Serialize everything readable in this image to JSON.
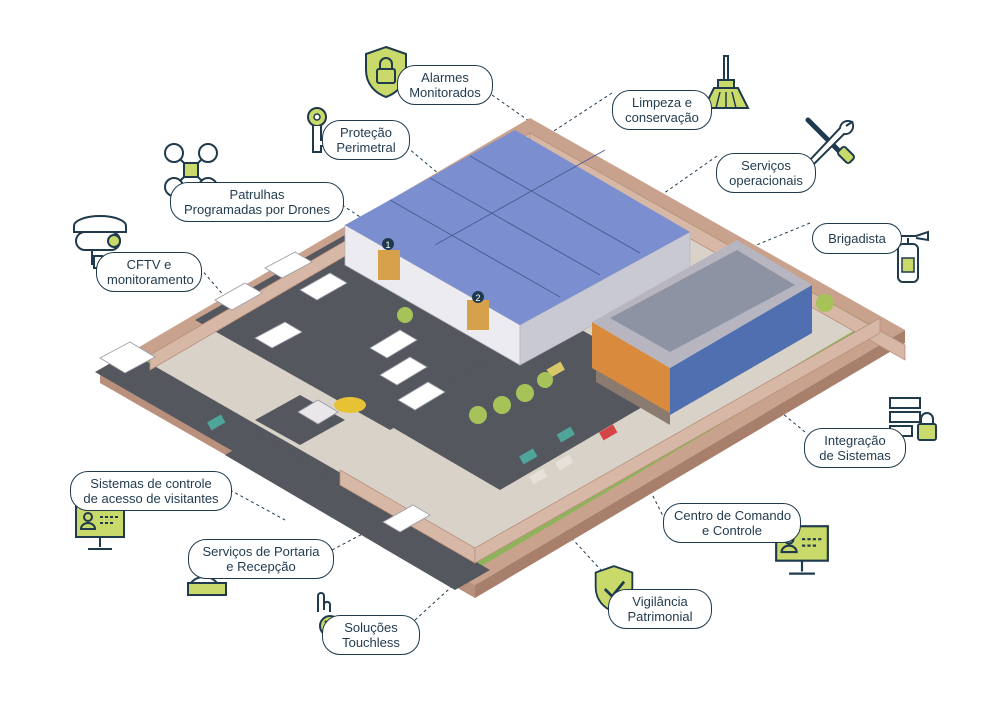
{
  "labels": {
    "alarmes": [
      "Alarmes",
      "Monitorados"
    ],
    "limpeza": [
      "Limpeza e",
      "conservação"
    ],
    "protecao": [
      "Proteção",
      "Perimetral"
    ],
    "servicos": [
      "Serviços",
      "operacionais"
    ],
    "patrulhas": [
      "Patrulhas",
      "Programadas por Drones"
    ],
    "brigadista": [
      "Brigadista"
    ],
    "cftv": [
      "CFTV e",
      "monitoramento"
    ],
    "integracao": [
      "Integração",
      "de Sistemas"
    ],
    "sistemas": [
      "Sistemas de controle",
      "de acesso de visitantes"
    ],
    "centro": [
      "Centro de Comando",
      "e Controle"
    ],
    "portaria": [
      "Serviços de Portaria",
      "e Recepção"
    ],
    "vigilancia": [
      "Vigilância",
      "Patrimonial"
    ],
    "touchless": [
      "Soluções",
      "Touchless"
    ]
  },
  "building_numbers": [
    "1",
    "2"
  ],
  "colors": {
    "navy": "#1f3a4d",
    "lime": "#c9d96a",
    "road": "#55575f",
    "wall": "#d7b8a6",
    "grass": "#8fb35a",
    "roof": "#7b8fd0",
    "orange": "#d98a3c",
    "glass": "#4f6fb0"
  },
  "icons": [
    "shield-lock-icon",
    "broom-icon",
    "key-icon",
    "tools-icon",
    "drone-icon",
    "fire-extinguisher-icon",
    "cctv-camera-icon",
    "server-lock-icon",
    "monitor-id-icon",
    "monitor-id-icon",
    "receptionist-icon",
    "shield-check-icon",
    "touch-hand-icon"
  ]
}
